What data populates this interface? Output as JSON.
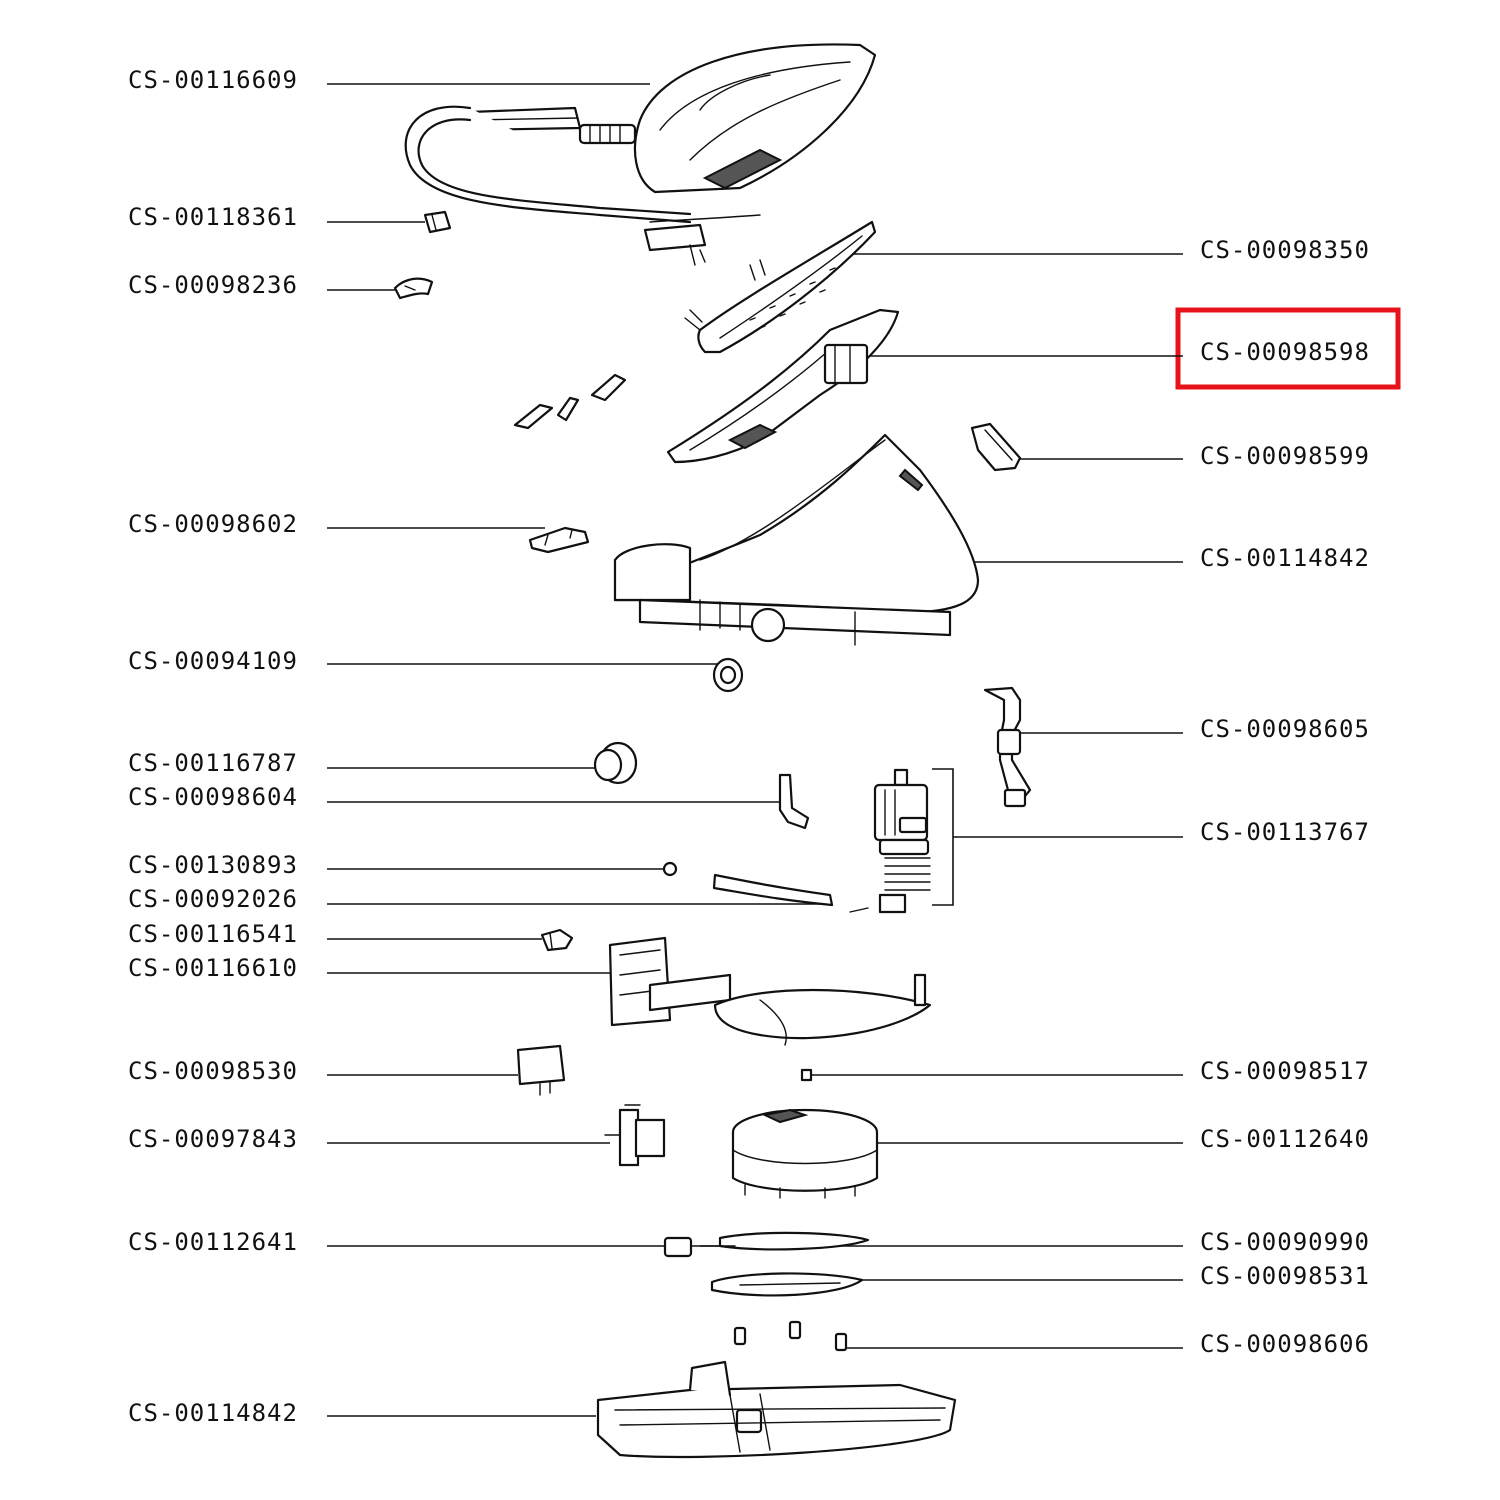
{
  "highlight_color": "#e8131a",
  "labels_left": [
    {
      "id": "l1",
      "text": "CS-00116609"
    },
    {
      "id": "l2",
      "text": "CS-00118361"
    },
    {
      "id": "l3",
      "text": "CS-00098236"
    },
    {
      "id": "l4",
      "text": "CS-00098602"
    },
    {
      "id": "l5",
      "text": "CS-00094109"
    },
    {
      "id": "l6",
      "text": "CS-00116787"
    },
    {
      "id": "l7",
      "text": "CS-00098604"
    },
    {
      "id": "l8",
      "text": "CS-00130893"
    },
    {
      "id": "l9",
      "text": "CS-00092026"
    },
    {
      "id": "l10",
      "text": "CS-00116541"
    },
    {
      "id": "l11",
      "text": "CS-00116610"
    },
    {
      "id": "l12",
      "text": "CS-00098530"
    },
    {
      "id": "l13",
      "text": "CS-00097843"
    },
    {
      "id": "l14",
      "text": "CS-00112641"
    },
    {
      "id": "l15",
      "text": "CS-00114842"
    }
  ],
  "labels_right": [
    {
      "id": "r1",
      "text": "CS-00098350"
    },
    {
      "id": "r2",
      "text": "CS-00098598",
      "highlighted": true
    },
    {
      "id": "r3",
      "text": "CS-00098599"
    },
    {
      "id": "r4",
      "text": "CS-00114842"
    },
    {
      "id": "r5",
      "text": "CS-00098605"
    },
    {
      "id": "r6",
      "text": "CS-00113767"
    },
    {
      "id": "r7",
      "text": "CS-00098517"
    },
    {
      "id": "r8",
      "text": "CS-00112640"
    },
    {
      "id": "r9",
      "text": "CS-00090990"
    },
    {
      "id": "r10",
      "text": "CS-00098531"
    },
    {
      "id": "r11",
      "text": "CS-00098606"
    }
  ]
}
